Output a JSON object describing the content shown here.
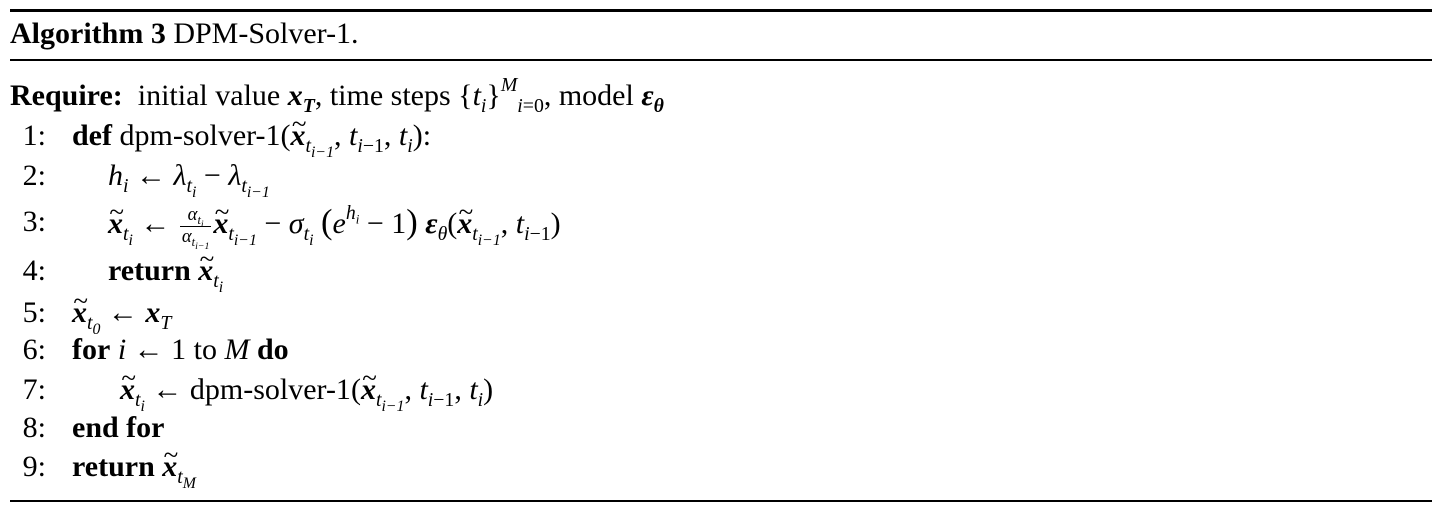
{
  "caption": {
    "label": "Algorithm 3",
    "title": "DPM-Solver-1."
  },
  "require": {
    "label": "Require:",
    "text1": "initial value",
    "text2": ", time steps",
    "text3": ", model"
  },
  "kw": {
    "def": "def",
    "return": "return",
    "for": "for",
    "do": "do",
    "end_for": "end for",
    "to": "to"
  },
  "fn": {
    "name": "dpm-solver-1"
  },
  "line_numbers": [
    "1:",
    "2:",
    "3:",
    "4:",
    "5:",
    "6:",
    "7:",
    "8:",
    "9:"
  ]
}
